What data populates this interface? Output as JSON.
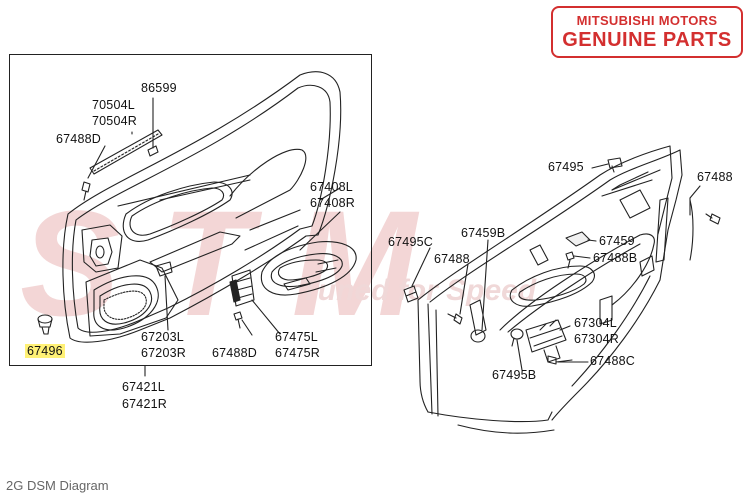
{
  "brand": {
    "line1": "MITSUBISHI MOTORS",
    "line2": "GENUINE PARTS",
    "color": "#d32f2f"
  },
  "watermark": {
    "text": "STM",
    "subtext": "Tuned for Speed"
  },
  "caption": "2G DSM Diagram",
  "highlight_color": "#fff176",
  "left_labels": {
    "p86599": "86599",
    "p70504L": "70504L",
    "p70504R": "70504R",
    "p67488D_a": "67488D",
    "p67408L": "67408L",
    "p67408R": "67408R",
    "p67496": "67496",
    "p67203L": "67203L",
    "p67203R": "67203R",
    "p67488D_b": "67488D",
    "p67475L": "67475L",
    "p67475R": "67475R",
    "p67421L": "67421L",
    "p67421R": "67421R"
  },
  "right_labels": {
    "p67495": "67495",
    "p67488a": "67488",
    "p67495C": "67495C",
    "p67459B": "67459B",
    "p67459": "67459",
    "p67488b": "67488",
    "p67488B": "67488B",
    "p67304L": "67304L",
    "p67304R": "67304R",
    "p67495B": "67495B",
    "p67488C": "67488C"
  }
}
